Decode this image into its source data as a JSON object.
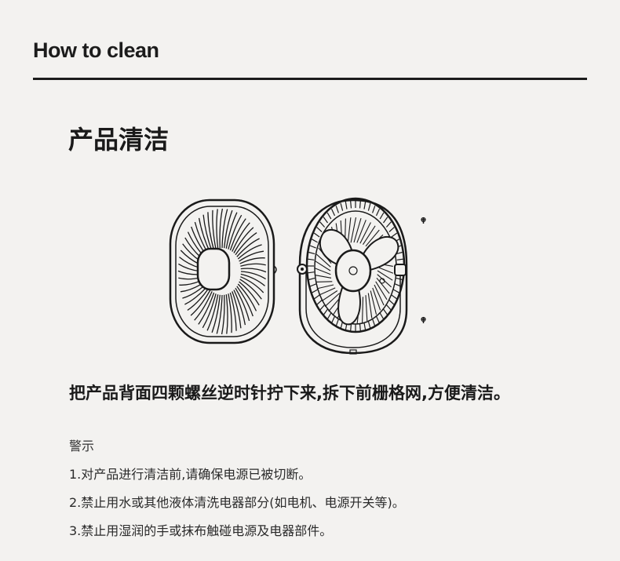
{
  "header": {
    "title": "How to clean"
  },
  "section": {
    "title": "产品清洁"
  },
  "instruction": "把产品背面四颗螺丝逆时针拧下来,拆下前栅格网,方便清洁。",
  "warning": {
    "title": "警示",
    "items": [
      "1.对产品进行清洁前,请确保电源已被切断。",
      "2.禁止用水或其他液体清洗电器部分(如电机、电源开关等)。",
      "3.禁止用湿润的手或抹布触碰电源及电器部件。"
    ]
  },
  "colors": {
    "background": "#f3f2f0",
    "text": "#1a1a1a",
    "rule": "#1c1c1c"
  },
  "icons": [
    "fan-grille-icon",
    "fan-body-icon",
    "screw-icon"
  ]
}
